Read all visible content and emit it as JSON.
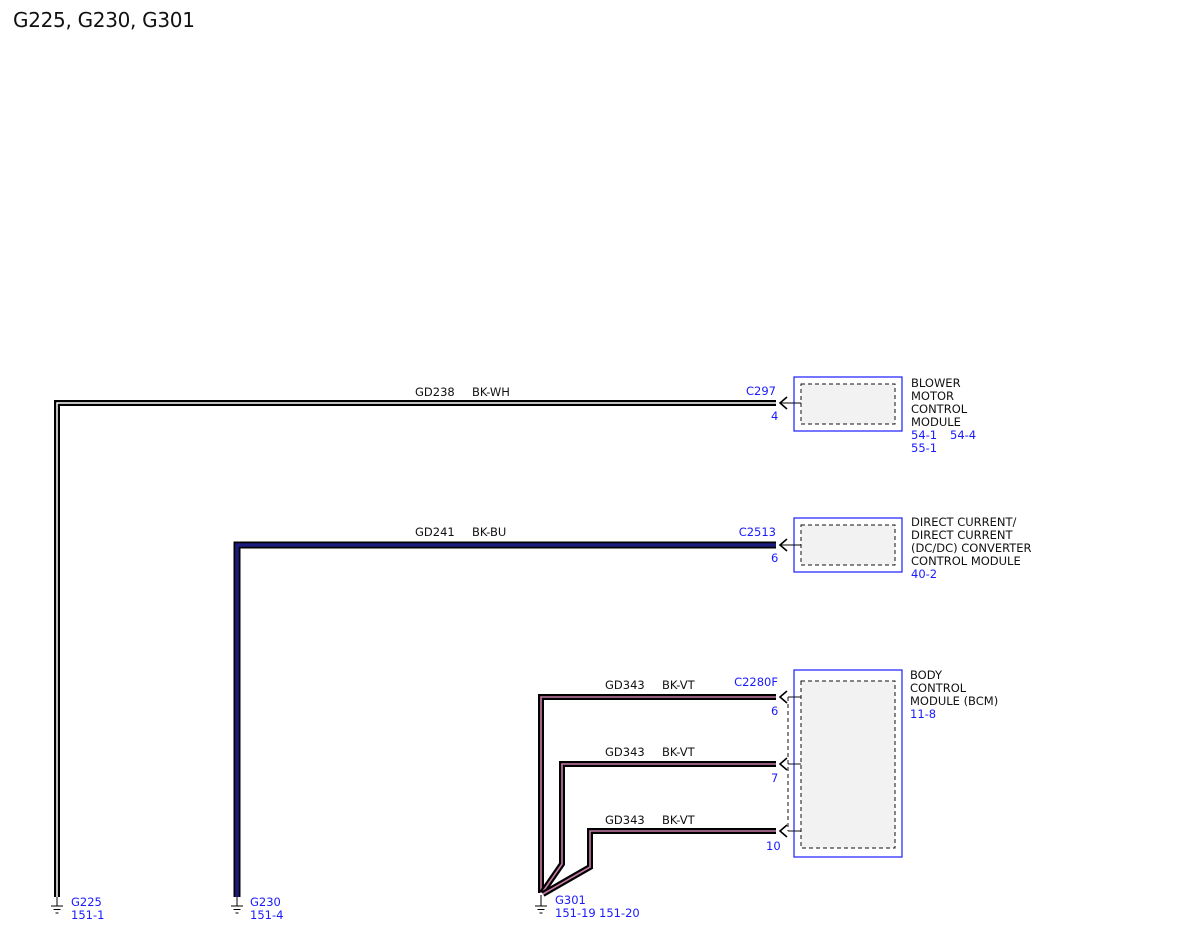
{
  "title": "G225, G230, G301",
  "modules": {
    "blower": {
      "name_lines": [
        "BLOWER",
        "MOTOR",
        "CONTROL",
        "MODULE"
      ],
      "refs": [
        "54-1",
        "54-4",
        "55-1"
      ]
    },
    "dcdc": {
      "name_lines": [
        "DIRECT CURRENT/",
        "DIRECT CURRENT",
        "(DC/DC) CONVERTER",
        "CONTROL MODULE"
      ],
      "refs": [
        "40-2"
      ]
    },
    "bcm": {
      "name_lines": [
        "BODY",
        "CONTROL",
        "MODULE (BCM)"
      ],
      "refs": [
        "11-8"
      ]
    }
  },
  "wires": {
    "w1": {
      "circuit": "GD238",
      "color": "BK-WH",
      "connector": "C297",
      "pin": "4"
    },
    "w2": {
      "circuit": "GD241",
      "color": "BK-BU",
      "connector": "C2513",
      "pin": "6"
    },
    "w3": {
      "circuit": "GD343",
      "color": "BK-VT",
      "connector": "C2280F",
      "pin": "6"
    },
    "w4": {
      "circuit": "GD343",
      "color": "BK-VT",
      "pin": "7"
    },
    "w5": {
      "circuit": "GD343",
      "color": "BK-VT",
      "pin": "10"
    }
  },
  "grounds": {
    "g225": {
      "name": "G225",
      "refs": [
        "151-1"
      ]
    },
    "g230": {
      "name": "G230",
      "refs": [
        "151-4"
      ]
    },
    "g301": {
      "name": "G301",
      "refs": [
        "151-19",
        "151-20"
      ]
    }
  },
  "colors": {
    "black": "#000000",
    "white": "#ffffff",
    "blue_wire": "#1c1c80",
    "violet_wire": "#c87aa8",
    "label_blue": "#1a1aff",
    "module_fill": "#f2f2f2"
  }
}
